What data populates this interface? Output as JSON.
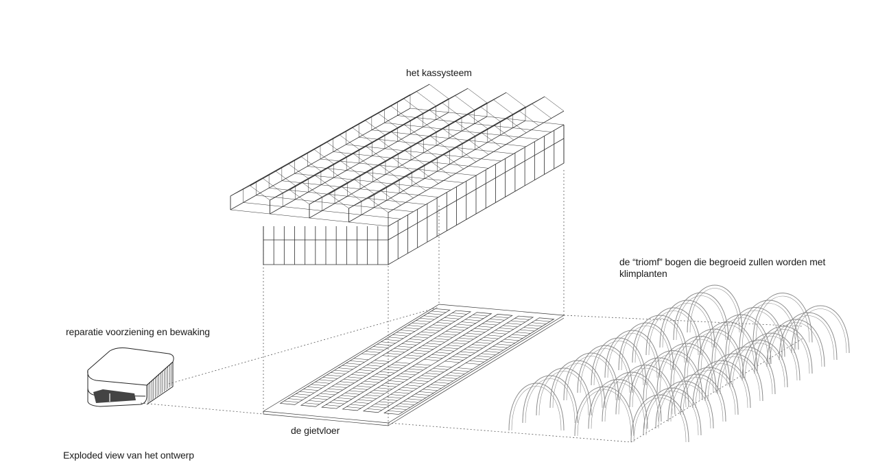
{
  "diagram": {
    "labels": {
      "kassysteem": "het kassysteem",
      "triomf_line1": "de “triomf” bogen die begroeid zullen worden met",
      "triomf_line2": "klimplanten",
      "reparatie": "reparatie voorziening en bewaking",
      "gietvloer": "de gietvloer",
      "caption": "Exploded view van het ontwerp"
    },
    "colors": {
      "background": "#ffffff",
      "linework": "#2a2a2a",
      "arches": "#8a8a8a",
      "guides": "#555555"
    },
    "components": [
      "greenhouse-structure-icon",
      "floor-grid-icon",
      "arch-tunnels-icon",
      "repair-pavilion-icon"
    ]
  }
}
